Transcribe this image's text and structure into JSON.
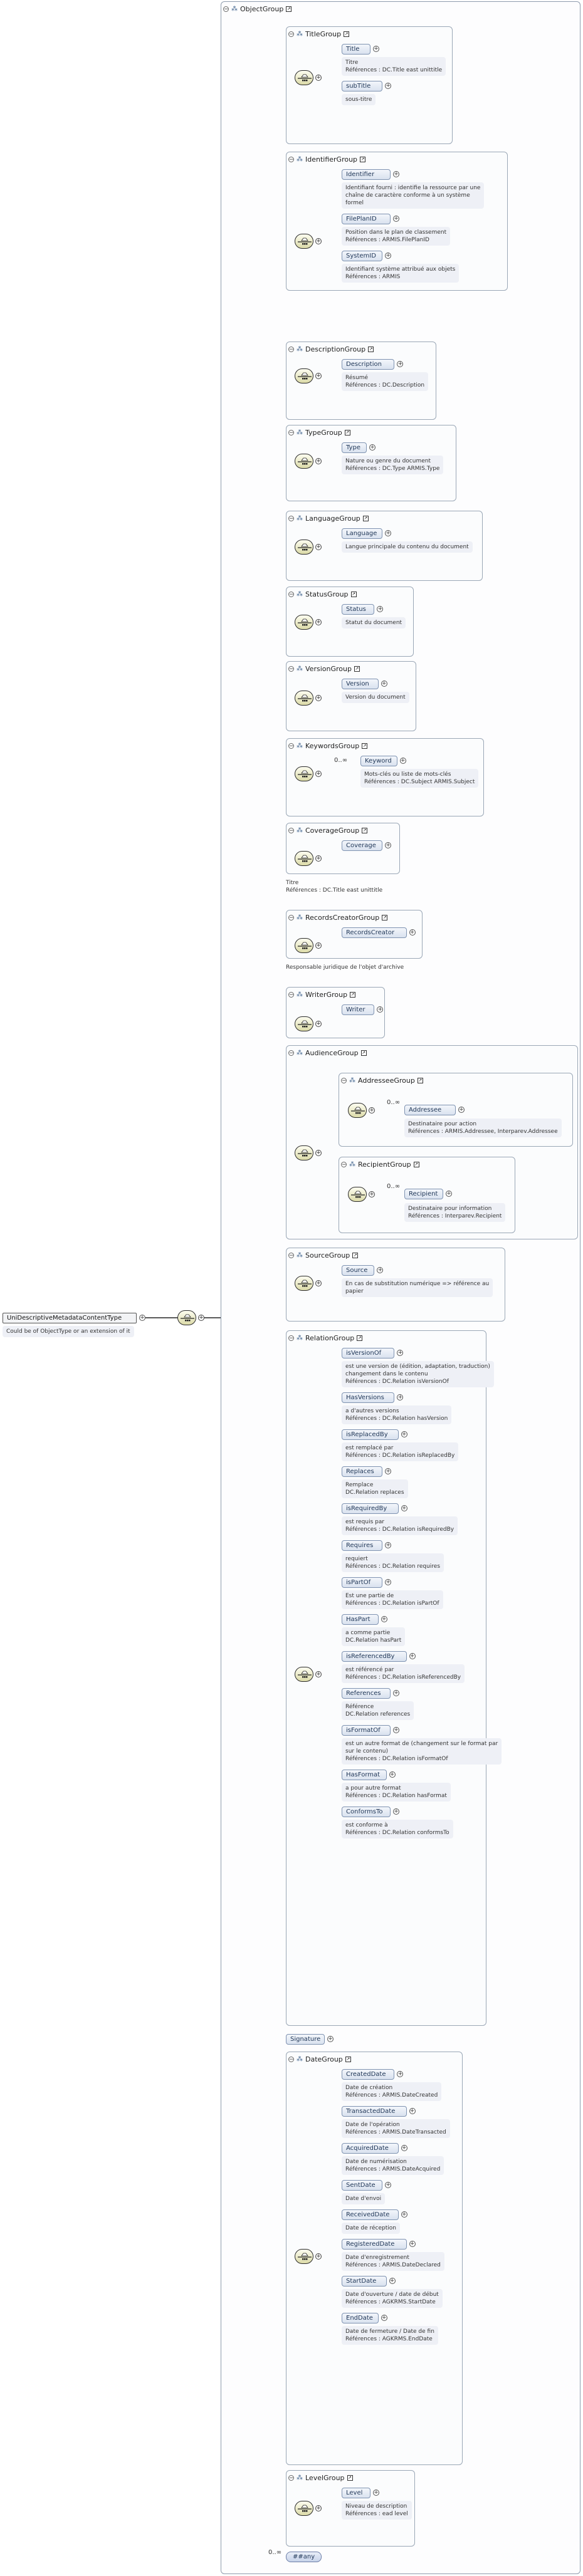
{
  "root": {
    "label": "UniDescriptiveMetadataContentType",
    "doc": "Could be of ObjectType or an extension of it"
  },
  "object_group": {
    "label": "ObjectGroup"
  },
  "groups": {
    "title": {
      "label": "TitleGroup",
      "items": [
        {
          "label": "Title",
          "doc": "Titre\nRéférences : DC.Title east unittitle"
        },
        {
          "label": "subTitle",
          "doc": "sous-titre"
        }
      ]
    },
    "identifier": {
      "label": "IdentifierGroup",
      "items": [
        {
          "label": "Identifier",
          "doc": "Identifiant fourni : identifie la ressource par une\nchaîne de caractère conforme à un système\nformel"
        },
        {
          "label": "FilePlanID",
          "doc": "Position dans le plan de classement\nRéférences : ARMIS.FilePlanID"
        },
        {
          "label": "SystemID",
          "doc": "Identifiant système attribué aux objets\nRéférences : ARMIS"
        }
      ]
    },
    "description": {
      "label": "DescriptionGroup",
      "items": [
        {
          "label": "Description",
          "doc": "Résumé\nRéférences : DC.Description"
        }
      ]
    },
    "type": {
      "label": "TypeGroup",
      "items": [
        {
          "label": "Type",
          "doc": "Nature ou genre du document\nRéférences : DC.Type ARMIS.Type"
        }
      ]
    },
    "language": {
      "label": "LanguageGroup",
      "items": [
        {
          "label": "Language",
          "doc": "Langue principale du contenu du document"
        }
      ]
    },
    "status": {
      "label": "StatusGroup",
      "items": [
        {
          "label": "Status",
          "doc": "Statut du document"
        }
      ]
    },
    "version": {
      "label": "VersionGroup",
      "items": [
        {
          "label": "Version",
          "doc": "Version du document"
        }
      ]
    },
    "keywords": {
      "label": "KeywordsGroup",
      "items": [
        {
          "label": "Keyword",
          "occ": "0..∞",
          "doc": "Mots-clés ou liste de mots-clés\nRéférences : DC.Subject ARMIS.Subject"
        }
      ]
    },
    "coverage": {
      "label": "CoverageGroup",
      "items": [
        {
          "label": "Coverage",
          "doc": ""
        }
      ],
      "after": "Titre\nRéférences : DC.Title east unittitle"
    },
    "records_creator": {
      "label": "RecordsCreatorGroup",
      "items": [
        {
          "label": "RecordsCreator",
          "doc": ""
        }
      ],
      "after": "Responsable juridique de l'objet d'archive"
    },
    "writer": {
      "label": "WriterGroup",
      "items": [
        {
          "label": "Writer",
          "doc": ""
        }
      ]
    },
    "audience": {
      "label": "AudienceGroup",
      "addressee": {
        "label": "AddresseeGroup",
        "item": {
          "label": "Addressee",
          "occ": "0..∞",
          "doc": "Destinataire pour action\nRéférences : ARMIS.Addressee, Interparev.Addressee"
        }
      },
      "recipient": {
        "label": "RecipientGroup",
        "item": {
          "label": "Recipient",
          "occ": "0..∞",
          "doc": "Destinataire pour information\nRéférences : Interparev.Recipient"
        }
      }
    },
    "source": {
      "label": "SourceGroup",
      "items": [
        {
          "label": "Source",
          "doc": "En cas de substitution numérique => référence au\npapier"
        }
      ]
    },
    "relation": {
      "label": "RelationGroup",
      "items": [
        {
          "label": "isVersionOf",
          "doc": "est une version de (édition, adaptation, traduction)\nchangement dans le contenu\nRéférences : DC.Relation isVersionOf"
        },
        {
          "label": "HasVersions",
          "doc": "a d'autres versions\nRéférences : DC.Relation hasVersion"
        },
        {
          "label": "isReplacedBy",
          "doc": "est remplacé par\nRéférences : DC.Relation isReplacedBy"
        },
        {
          "label": "Replaces",
          "doc": "Remplace\nDC.Relation replaces"
        },
        {
          "label": "isRequiredBy",
          "doc": "est requis par\nRéférences : DC.Relation isRequiredBy"
        },
        {
          "label": "Requires",
          "doc": "requiert\nRéférences : DC.Relation requires"
        },
        {
          "label": "isPartOf",
          "doc": "Est une partie de\nRéférences : DC.Relation isPartOf"
        },
        {
          "label": "HasPart",
          "doc": "a comme partie\nDC.Relation hasPart"
        },
        {
          "label": "isReferencedBy",
          "doc": "est référencé par\nRéférences : DC.Relation isReferencedBy"
        },
        {
          "label": "References",
          "doc": "Référence\nDC.Relation references"
        },
        {
          "label": "isFormatOf",
          "doc": "est un autre format de (changement sur le format par\nsur le contenu)\nRéférences : DC.Relation isFormatOf"
        },
        {
          "label": "HasFormat",
          "doc": "a pour autre format\nRéférences : DC.Relation hasFormat"
        },
        {
          "label": "ConformsTo",
          "doc": "est conforme à\nRéférences : DC.Relation conformsTo"
        }
      ]
    },
    "signature": {
      "label": "Signature"
    },
    "date": {
      "label": "DateGroup",
      "items": [
        {
          "label": "CreatedDate",
          "doc": "Date de création\nRéférences : ARMIS.DateCreated"
        },
        {
          "label": "TransactedDate",
          "doc": "Date de l'opération\nRéférences : ARMIS.DateTransacted"
        },
        {
          "label": "AcquiredDate",
          "doc": "Date de numérisation\nRéférences : ARMIS.DateAcquired"
        },
        {
          "label": "SentDate",
          "doc": "Date d'envoi"
        },
        {
          "label": "ReceivedDate",
          "doc": "Date de réception"
        },
        {
          "label": "RegisteredDate",
          "doc": "Date d'enregistrement\nRéférences : ARMIS.DateDeclared"
        },
        {
          "label": "StartDate",
          "doc": "Date d'ouverture / date de début\nRéférences : AGKRMS.StartDate"
        },
        {
          "label": "EndDate",
          "doc": "Date de fermeture / Date de fin\nRéférences : AGKRMS.EndDate"
        }
      ]
    },
    "level": {
      "label": "LevelGroup",
      "items": [
        {
          "label": "Level",
          "doc": "Niveau de description\nRéférences : ead level"
        }
      ]
    }
  },
  "any": {
    "label": "##any",
    "occ": "0..∞"
  }
}
